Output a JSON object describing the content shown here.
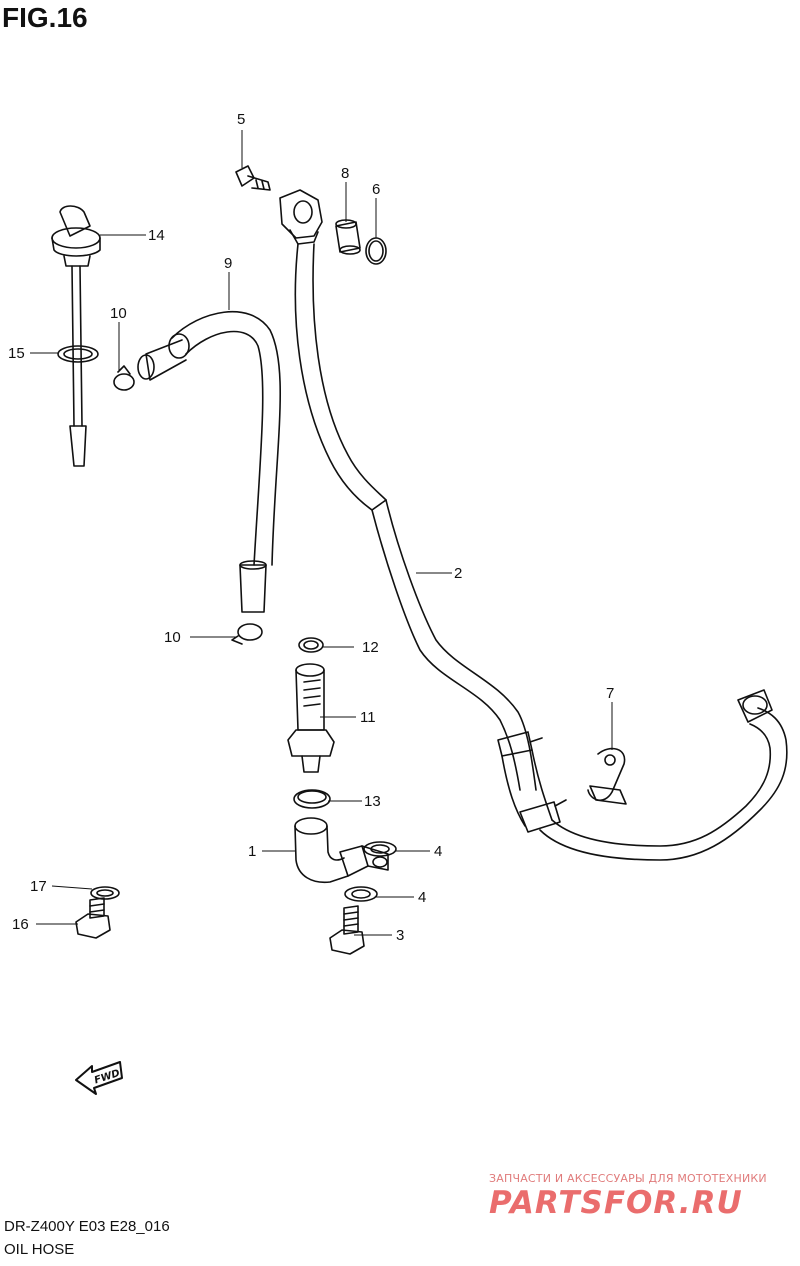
{
  "figure": {
    "title": "FIG.16",
    "model_code": "DR-Z400Y E03 E28_016",
    "section_name": "OIL HOSE"
  },
  "fwd_arrow_label": "FWD",
  "watermark": {
    "line1": "ЗАПЧАСТИ И АКСЕССУАРЫ ДЛЯ МОТОТЕХНИКИ",
    "line2": "PARTSFOR.RU"
  },
  "callouts": [
    {
      "id": "c5",
      "label": "5"
    },
    {
      "id": "c8",
      "label": "8"
    },
    {
      "id": "c6",
      "label": "6"
    },
    {
      "id": "c14",
      "label": "14"
    },
    {
      "id": "c9",
      "label": "9"
    },
    {
      "id": "c10a",
      "label": "10"
    },
    {
      "id": "c15",
      "label": "15"
    },
    {
      "id": "c2",
      "label": "2"
    },
    {
      "id": "c10b",
      "label": "10"
    },
    {
      "id": "c12",
      "label": "12"
    },
    {
      "id": "c11",
      "label": "11"
    },
    {
      "id": "c7",
      "label": "7"
    },
    {
      "id": "c13",
      "label": "13"
    },
    {
      "id": "c1",
      "label": "1"
    },
    {
      "id": "c4a",
      "label": "4"
    },
    {
      "id": "c4b",
      "label": "4"
    },
    {
      "id": "c3",
      "label": "3"
    },
    {
      "id": "c17",
      "label": "17"
    },
    {
      "id": "c16",
      "label": "16"
    }
  ],
  "colors": {
    "line": "#111111",
    "watermark": "#ea6d6d"
  }
}
